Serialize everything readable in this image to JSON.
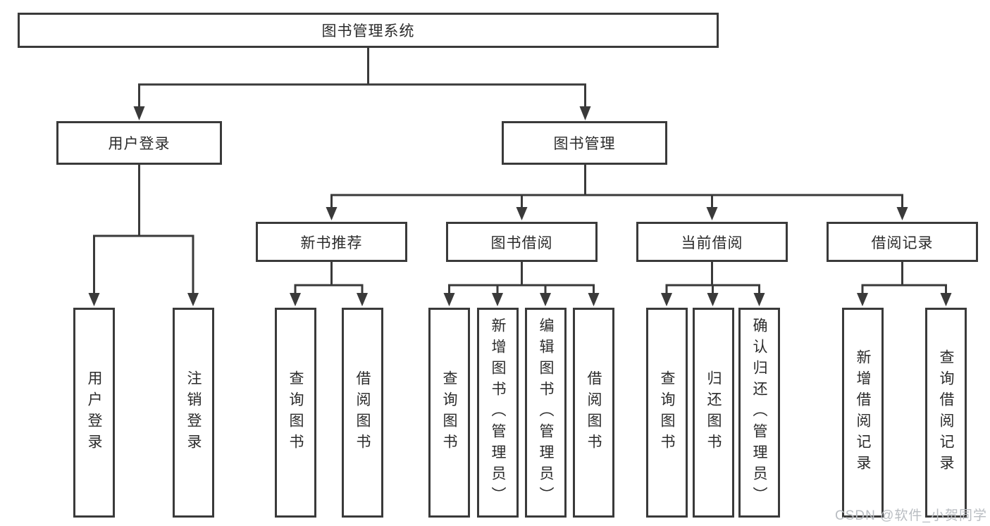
{
  "tree": {
    "label": "图书管理系统",
    "children": [
      {
        "label": "用户登录",
        "children": [
          {
            "label": "用户登录"
          },
          {
            "label": "注销登录"
          }
        ]
      },
      {
        "label": "图书管理",
        "children": [
          {
            "label": "新书推荐",
            "children": [
              {
                "label": "查询图书"
              },
              {
                "label": "借阅图书"
              }
            ]
          },
          {
            "label": "图书借阅",
            "children": [
              {
                "label": "查询图书"
              },
              {
                "label": "新增图书（管理员）"
              },
              {
                "label": "编辑图书（管理员）"
              },
              {
                "label": "借阅图书"
              }
            ]
          },
          {
            "label": "当前借阅",
            "children": [
              {
                "label": "查询图书"
              },
              {
                "label": "归还图书"
              },
              {
                "label": "确认归还（管理员）"
              }
            ]
          },
          {
            "label": "借阅记录",
            "children": [
              {
                "label": "新增借阅记录"
              },
              {
                "label": "查询借阅记录"
              }
            ]
          }
        ]
      }
    ]
  },
  "watermark": {
    "text": "CSDN @软件_小贺同学"
  },
  "colors": {
    "line": "#3a3a3a",
    "text": "#2b2b2b",
    "box_background": "#ffffff",
    "watermark": "#b9bdc2"
  }
}
